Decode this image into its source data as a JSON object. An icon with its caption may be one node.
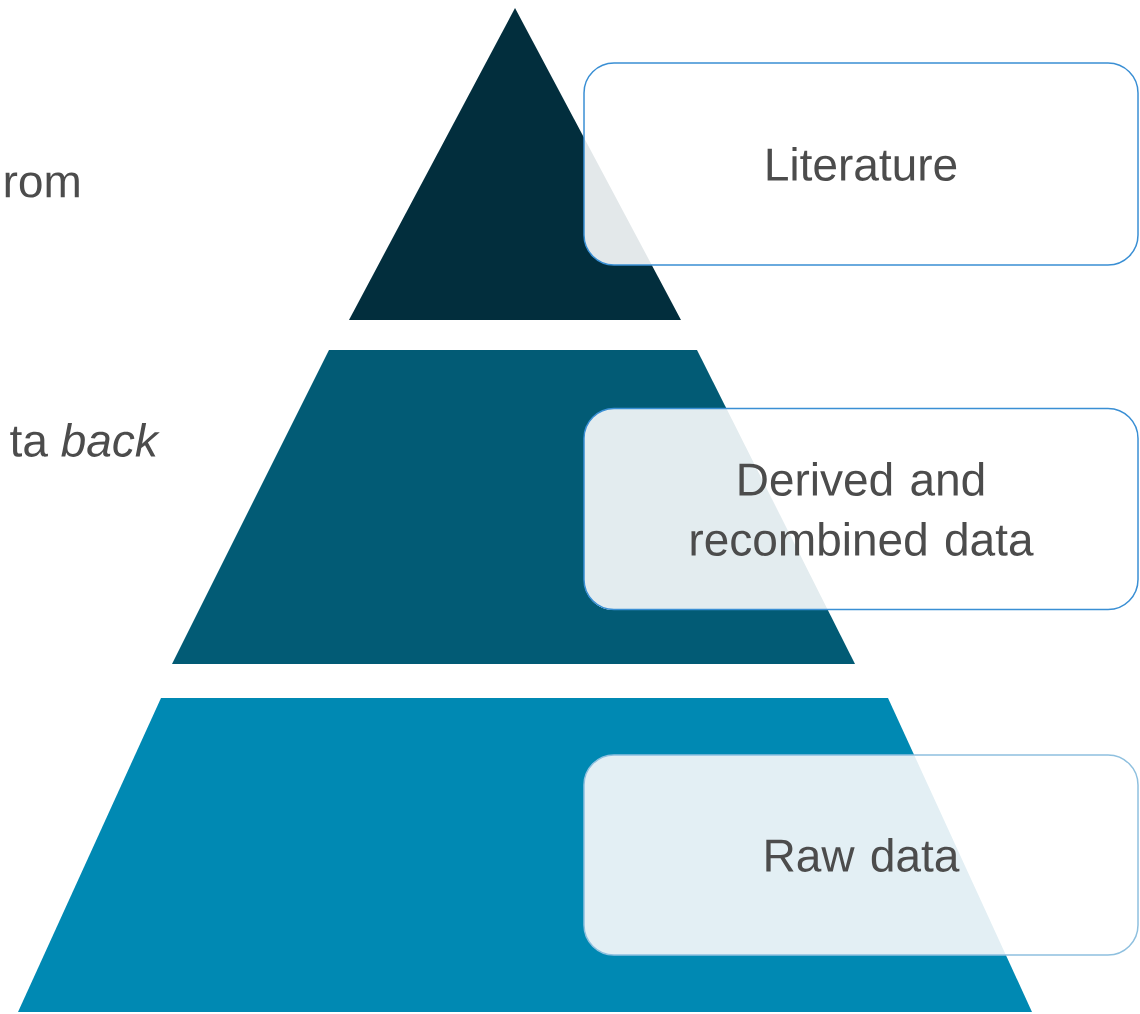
{
  "diagram": {
    "nodes": [
      {
        "text": [
          "Literature"
        ]
      },
      {
        "text": [
          "Derived and recombined data"
        ]
      },
      {
        "text": [
          "Raw data"
        ]
      }
    ],
    "labels": [
      "rom",
      "ta *back*"
    ]
  }
}
